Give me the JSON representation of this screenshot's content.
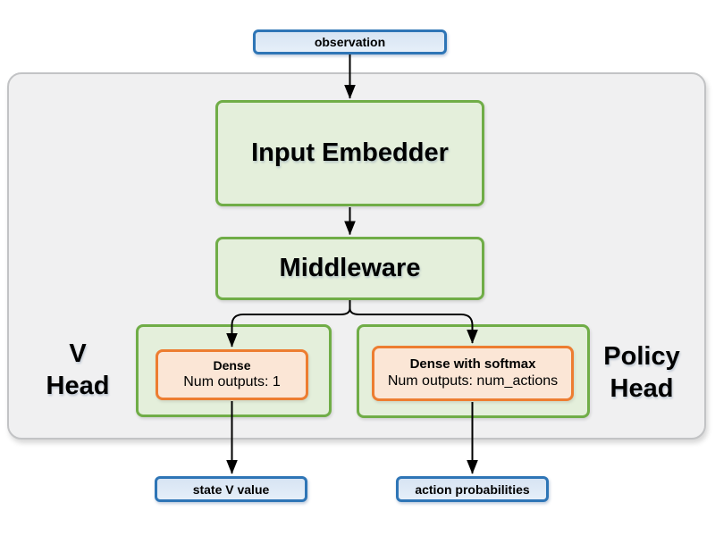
{
  "diagram": {
    "title_hint": "actor-critic network architecture",
    "nodes": {
      "observation": {
        "label": "observation"
      },
      "input_embedder": {
        "label": "Input Embedder"
      },
      "middleware": {
        "label": "Middleware"
      },
      "v_head": {
        "label_line1": "V",
        "label_line2": "Head",
        "dense": {
          "title": "Dense",
          "subtitle": "Num outputs: 1"
        }
      },
      "policy_head": {
        "label_line1": "Policy",
        "label_line2": "Head",
        "dense": {
          "title": "Dense with softmax",
          "subtitle": "Num outputs: num_actions"
        }
      },
      "state_v_value": {
        "label": "state V value"
      },
      "action_probabilities": {
        "label": "action probabilities"
      }
    },
    "colors": {
      "blue_border": "#2e75b6",
      "blue_fill_top": "#d7e4f3",
      "blue_fill_bottom": "#e6eff9",
      "green_border": "#70ad47",
      "green_fill": "#e4efdb",
      "orange_border": "#ed7d31",
      "orange_fill": "#fbe6d6",
      "container_fill": "#f0f0f1",
      "container_border": "#c2c3c5",
      "arrow": "#000000"
    }
  }
}
